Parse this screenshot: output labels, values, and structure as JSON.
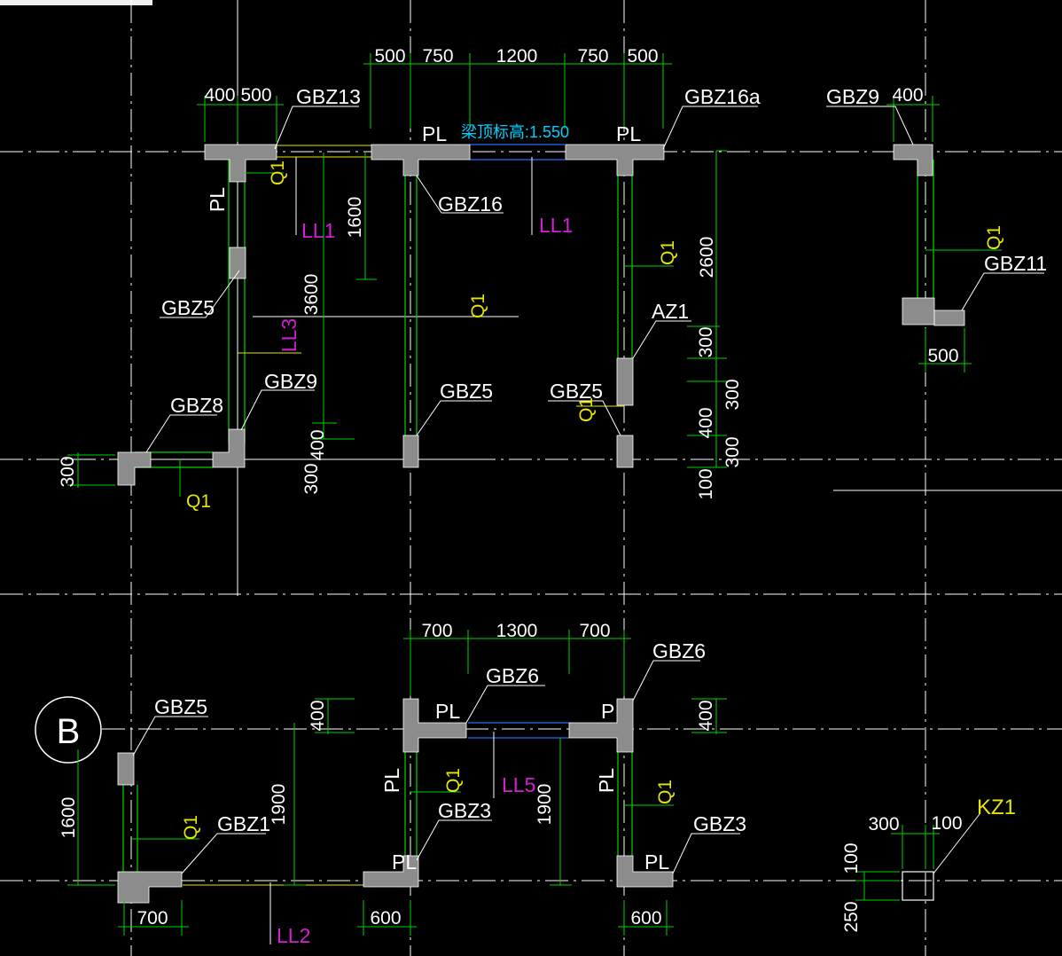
{
  "colors": {
    "background": "#000000",
    "axis": "#ffffff",
    "wall": "#8c8c8c",
    "wall_edge": "#ffffff",
    "dimension": "#00d400",
    "wall_tag": "#e6e600",
    "beam_tag": "#d21fd2",
    "note": "#00d0ff",
    "text": "#ffffff"
  },
  "axis_grid": {
    "axis_bubble_label": "B"
  },
  "dimensions": {
    "top_row": [
      "500",
      "750",
      "1200",
      "750",
      "500"
    ],
    "top_left": [
      "400",
      "500"
    ],
    "right_top": "400",
    "right_mid": "500",
    "v_1600": "1600",
    "v_3600": "3600",
    "v_2600": "2600",
    "right_stack": [
      "300",
      "400",
      "100"
    ],
    "right_stack_b": [
      "300",
      "300"
    ],
    "v_400_left": "400",
    "v_300_left": "300",
    "v_300_far": "300",
    "mid_row": [
      "700",
      "1300",
      "700"
    ],
    "v_400_a": "400",
    "v_400_b": "400",
    "v_1600_b": "1600",
    "v_1900_a": "1900",
    "v_1900_b": "1900",
    "bottom_700": "700",
    "bottom_600_a": "600",
    "bottom_600_b": "600",
    "kz_300": "300",
    "kz_100": "100",
    "kz_v100": "100",
    "kz_v250": "250"
  },
  "tags": {
    "gbz13": "GBZ13",
    "gbz16a": "GBZ16a",
    "gbz9_tr": "GBZ9",
    "gbz16": "GBZ16",
    "gbz11": "GBZ11",
    "gbz5_l": "GBZ5",
    "az1": "AZ1",
    "gbz9": "GBZ9",
    "gbz8": "GBZ8",
    "gbz5_m": "GBZ5",
    "gbz5_r": "GBZ5",
    "gbz6_a": "GBZ6",
    "gbz6_b": "GBZ6",
    "gbz5_b": "GBZ5",
    "gbz1": "GBZ1",
    "gbz3_a": "GBZ3",
    "gbz3_b": "GBZ3",
    "kz1": "KZ1"
  },
  "beams": {
    "ll1_a": "LL1",
    "ll1_b": "LL1",
    "ll3": "LL3",
    "ll5": "LL5",
    "ll2": "LL2"
  },
  "walls": {
    "q1_a": "Q1",
    "q1_b": "Q1",
    "q1_c": "Q1",
    "q1_d": "Q1",
    "q1_e": "Q1",
    "q1_f": "Q1",
    "q1_g": "Q1",
    "q1_h": "Q1",
    "q1_i": "Q1"
  },
  "pl_labels": {
    "pl_1": "PL",
    "pl_2": "PL",
    "pl_3": "PL",
    "pl_4": "PL",
    "pl_5": "PL",
    "pl_6": "P",
    "pl_7": "PL",
    "pl_8": "PL",
    "pl_9": "PL",
    "pl_10": "PL"
  },
  "notes": {
    "beam_top_elevation": "梁顶标高:1.550"
  }
}
